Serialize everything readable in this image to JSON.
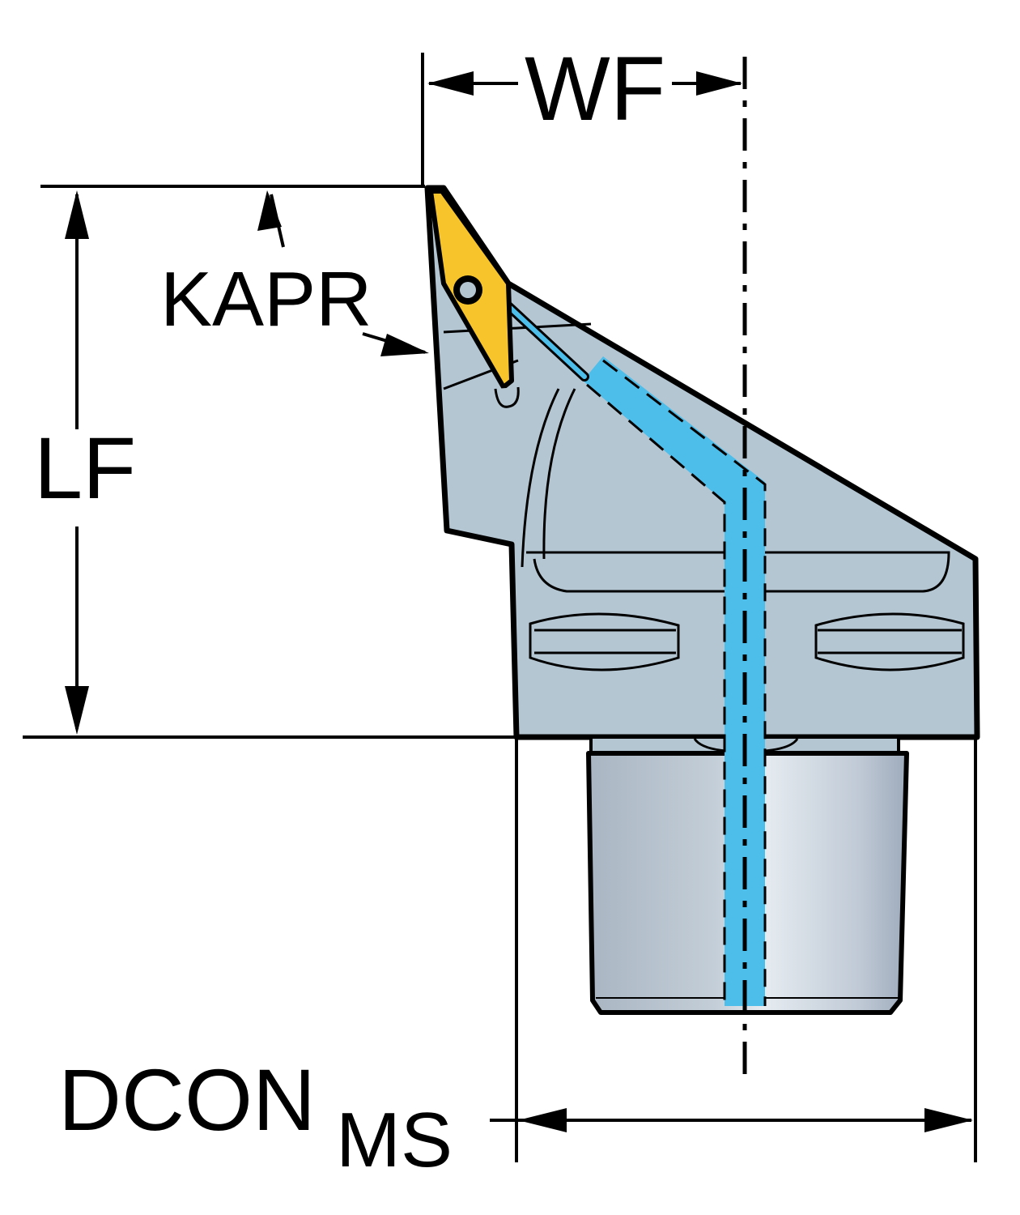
{
  "dimensions": {
    "wf": "WF",
    "kapr": "KAPR",
    "lf": "LF",
    "dcon": "DCON",
    "dcon_sub": "MS"
  },
  "colors": {
    "body": "#b5c6d3",
    "insert": "#f7c52b",
    "coolant": "#4dbde9",
    "outline": "#000000"
  }
}
